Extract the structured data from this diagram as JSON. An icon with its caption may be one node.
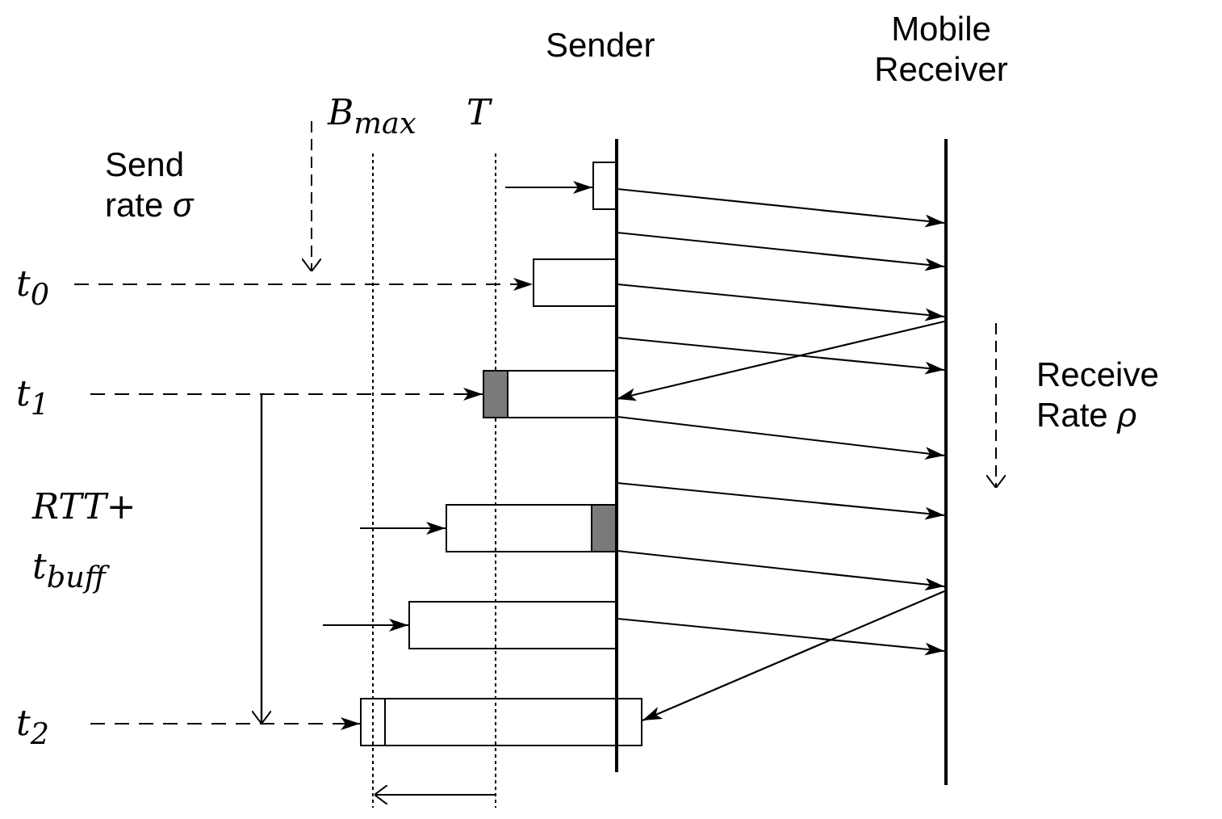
{
  "diagram": {
    "nodes": [
      {
        "text": [
          "t$_{0}$"
        ]
      },
      {
        "text": [
          "t$_{1}$"
        ]
      },
      {
        "text": [
          "t$_{2}$"
        ]
      },
      {
        "text": [],
        "shape": "bar"
      },
      {
        "text": [],
        "shape": "bar"
      },
      {
        "text": [],
        "shape": "box"
      },
      {
        "text": [],
        "shape": "box"
      },
      {
        "text": [],
        "shape": "box"
      },
      {
        "text": [],
        "shape": "box"
      },
      {
        "text": [],
        "shape": "box"
      },
      {
        "text": [],
        "shape": "box"
      }
    ],
    "edges": [
      {
        "from": null,
        "to": 5,
        "arrow": "to"
      },
      {
        "from": 0,
        "to": 6,
        "arrow": "to",
        "style": "dashed"
      },
      {
        "from": 1,
        "to": 7,
        "arrow": "to",
        "style": "dashed"
      },
      {
        "from": null,
        "to": 8,
        "arrow": "to"
      },
      {
        "from": null,
        "to": 9,
        "arrow": "to"
      },
      {
        "from": 2,
        "to": 10,
        "arrow": "to",
        "style": "dashed"
      },
      {
        "from": 3,
        "to": 4,
        "arrow": "to"
      },
      {
        "from": 3,
        "to": 4,
        "arrow": "to"
      },
      {
        "from": 3,
        "to": 4,
        "arrow": "to"
      },
      {
        "from": 3,
        "to": 4,
        "arrow": "to"
      },
      {
        "from": 3,
        "to": 4,
        "arrow": "to"
      },
      {
        "from": 3,
        "to": 4,
        "arrow": "to"
      },
      {
        "from": 3,
        "to": 4,
        "arrow": "to"
      },
      {
        "from": 3,
        "to": 4,
        "arrow": "to"
      },
      {
        "from": 4,
        "to": 7,
        "arrow": "to"
      },
      {
        "from": 4,
        "to": 10,
        "arrow": "to"
      }
    ],
    "labels": [
      "Mobile Receiver",
      "Sender",
      "B$_{max}$",
      "T",
      "Send rate *σ*",
      "Receive Rate *ρ*",
      "RTT+ t$_{buff}$"
    ]
  }
}
